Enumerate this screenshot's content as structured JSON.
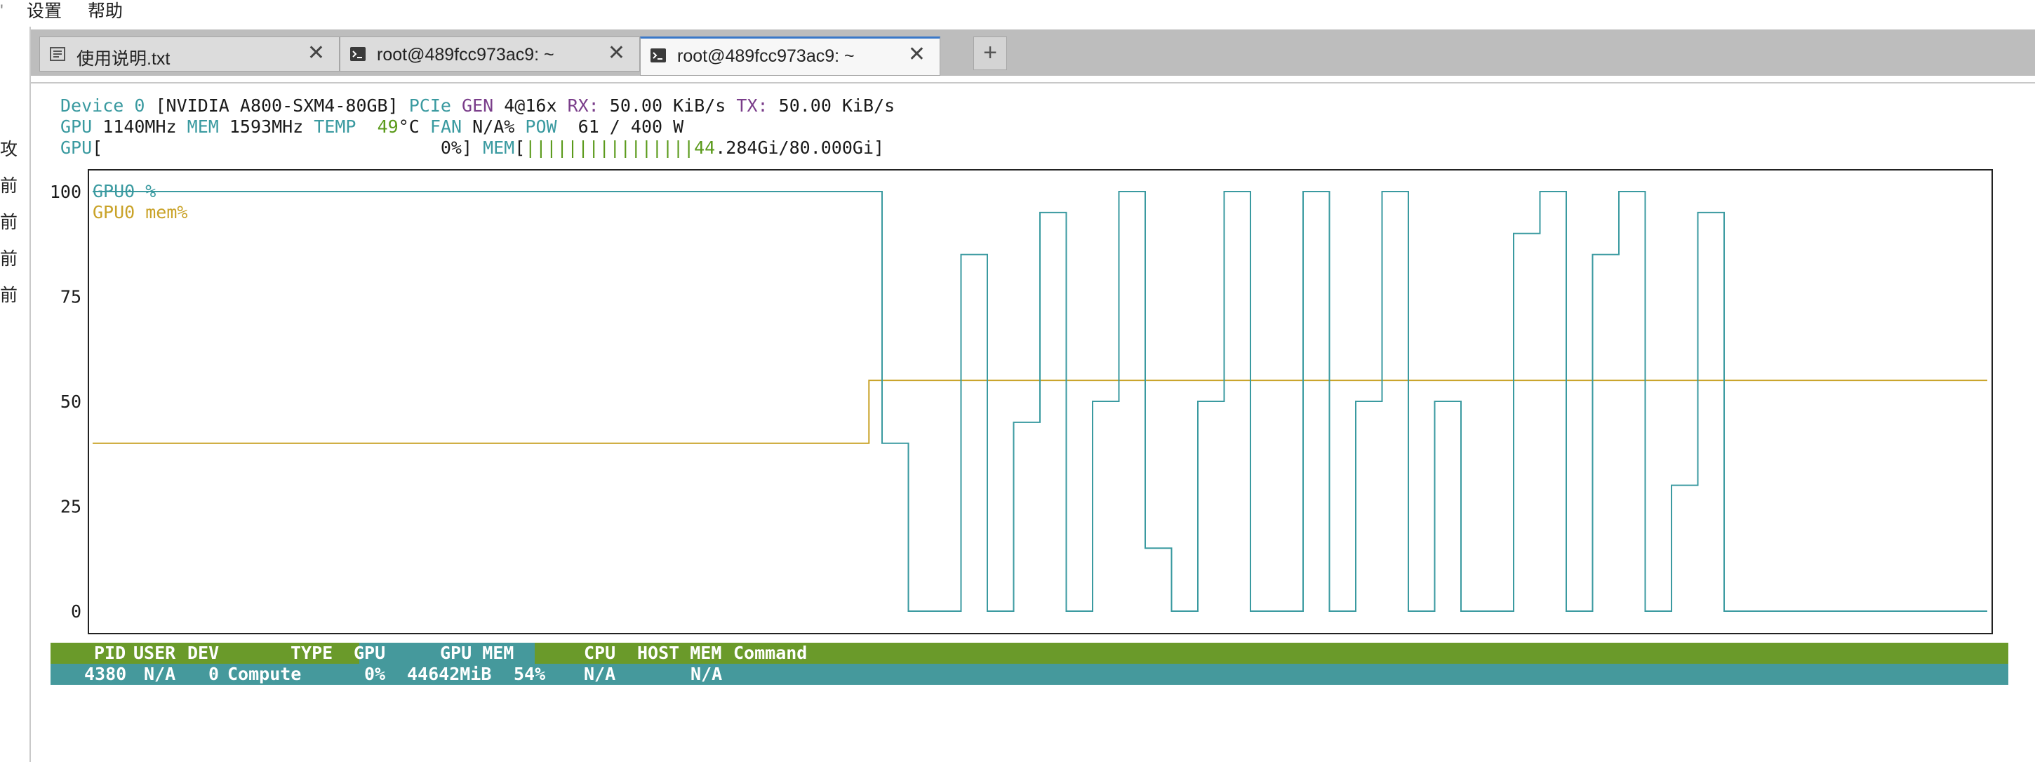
{
  "menubar": {
    "items": [
      {
        "label": "设置"
      },
      {
        "label": "帮助"
      }
    ]
  },
  "left_panel": {
    "chars": [
      "攻",
      "前",
      "前",
      "前",
      "前"
    ]
  },
  "tabs": [
    {
      "label": "使用说明.txt",
      "icon": "document-icon",
      "active": false
    },
    {
      "label": "root@489fcc973ac9: ~",
      "icon": "terminal-icon",
      "active": false
    },
    {
      "label": "root@489fcc973ac9: ~",
      "icon": "terminal-icon",
      "active": true
    }
  ],
  "new_tab_label": "+",
  "close_glyph": "✕",
  "terminal": {
    "line1": {
      "device_label": "Device 0",
      "gpu_name": "[NVIDIA A800-SXM4-80GB]",
      "pcie_label": "PCIe",
      "gen_label": "GEN",
      "gen_value": "4@16x",
      "rx_label": "RX:",
      "rx_value": "50.00 KiB/s",
      "tx_label": "TX:",
      "tx_value": "50.00 KiB/s"
    },
    "line2": {
      "gpu_label": "GPU",
      "gpu_clock": "1140MHz",
      "mem_label": "MEM",
      "mem_clock": "1593MHz",
      "temp_label": "TEMP",
      "temp_value": "49",
      "temp_unit": "°C",
      "fan_label": "FAN",
      "fan_value": "N/A%",
      "pow_label": "POW",
      "pow_value": "61 / 400 W"
    },
    "line3": {
      "gpu_label": "GPU",
      "gpu_bar_open": "[",
      "gpu_util": "0%]",
      "mem_label": "MEM",
      "mem_bar_open": "[",
      "mem_bar": "||||||||||||||||",
      "mem_used": "44",
      "mem_rest": ".284Gi/80.000Gi]",
      "mem_fraction": 0.554
    }
  },
  "chart_data": {
    "type": "line",
    "ylim": [
      0,
      100
    ],
    "yticks": [
      "100",
      "75",
      "50",
      "25",
      "0"
    ],
    "ytick_values": [
      100,
      75,
      50,
      25,
      0
    ],
    "legend_placement": "top-left",
    "grid": false,
    "series": [
      {
        "name": "GPU0 %",
        "color": "#3a9aa0",
        "x": [
          0,
          30,
          30,
          31,
          31,
          33,
          33,
          34,
          34,
          35,
          35,
          36,
          36,
          37,
          37,
          38,
          38,
          39,
          39,
          40,
          40,
          41,
          41,
          42,
          42,
          43,
          43,
          44,
          44,
          45,
          45,
          46,
          46,
          47,
          47,
          48,
          48,
          49,
          49,
          50,
          50,
          51,
          51,
          52,
          52,
          53,
          53,
          54,
          54,
          55,
          55,
          56,
          56,
          57,
          57,
          58,
          58,
          59,
          59,
          60,
          60,
          61,
          61,
          62,
          62,
          63,
          63,
          64,
          64,
          65,
          65,
          66,
          66,
          67,
          67,
          68,
          68,
          69,
          69,
          72
        ],
        "values": [
          100,
          100,
          40,
          40,
          0,
          0,
          85,
          85,
          0,
          0,
          45,
          45,
          95,
          95,
          0,
          0,
          50,
          50,
          100,
          100,
          15,
          15,
          0,
          0,
          50,
          50,
          100,
          100,
          0,
          0,
          0,
          0,
          100,
          100,
          0,
          0,
          50,
          50,
          100,
          100,
          0,
          0,
          50,
          50,
          0,
          0,
          0,
          0,
          90,
          90,
          100,
          100,
          0,
          0,
          85,
          85,
          100,
          100,
          0,
          0,
          30,
          30,
          95,
          95,
          0,
          0,
          0,
          0,
          0,
          0,
          0,
          0,
          0,
          0,
          0,
          0,
          0,
          0,
          0,
          0
        ]
      },
      {
        "name": "GPU0 mem%",
        "color": "#c9a227",
        "x": [
          0,
          29.5,
          29.5,
          72
        ],
        "values": [
          40,
          40,
          55,
          55
        ]
      }
    ]
  },
  "process_table": {
    "header": {
      "pid": "PID",
      "user": "USER",
      "dev": "DEV",
      "type": "TYPE",
      "gpu": "GPU",
      "gpu_mem": "GPU MEM",
      "cpu": "CPU",
      "host_mem": "HOST MEM",
      "command": "Command"
    },
    "rows": [
      {
        "pid": "4380",
        "user": "N/A",
        "dev": "0",
        "type": "Compute",
        "gpu": "0%",
        "gpu_mem": "44642MiB",
        "gpu_mem_pct": "54%",
        "cpu": "N/A",
        "host_mem": "N/A",
        "command": ""
      }
    ],
    "header_color": "#6a9a2a",
    "row_color": "#45999c"
  }
}
